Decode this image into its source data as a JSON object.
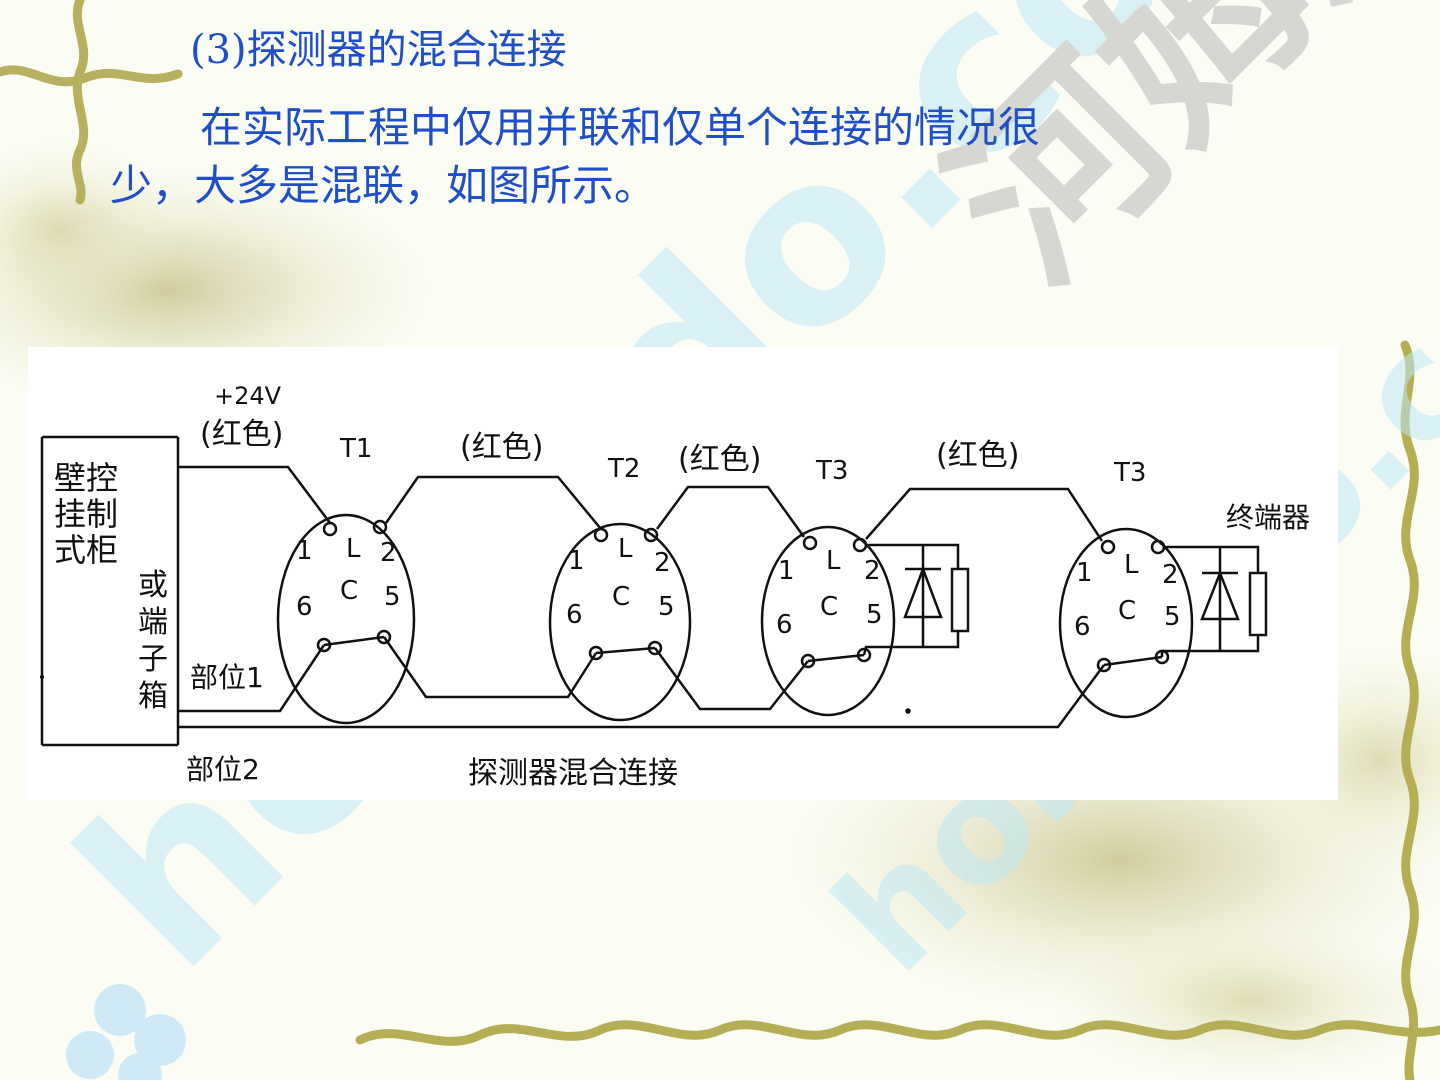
{
  "slide": {
    "heading": "(3)探测器的混合连接",
    "paragraph_line1": "在实际工程中仅用并联和仅单个连接的情况很",
    "paragraph_line2": "少，大多是混联，如图所示。"
  },
  "watermark": {
    "text": "homedo.com",
    "cn_text": "河姆渡"
  },
  "diagram": {
    "cabinet_label_line1": "壁控",
    "cabinet_label_line2": "挂制",
    "cabinet_label_line3": "式柜",
    "terminal_box_label": [
      "或",
      "端",
      "子",
      "箱"
    ],
    "supply_voltage": "+24V",
    "wire_color_label": "(红色)",
    "zone1_label": "部位1",
    "zone2_label": "部位2",
    "caption": "探测器混合连接",
    "terminator_label": "终端器",
    "detectors": [
      {
        "name": "T1"
      },
      {
        "name": "T2"
      },
      {
        "name": "T3"
      },
      {
        "name": "T3"
      }
    ],
    "pins": {
      "p1": "1",
      "p2": "2",
      "p5": "5",
      "p6": "6",
      "l": "L",
      "c": "C"
    }
  },
  "colors": {
    "text_blue": "#1f4fc8",
    "line": "#111111",
    "watermark_cyan": "#bfe8f5",
    "watermark_gray": "#b8b8b8"
  }
}
